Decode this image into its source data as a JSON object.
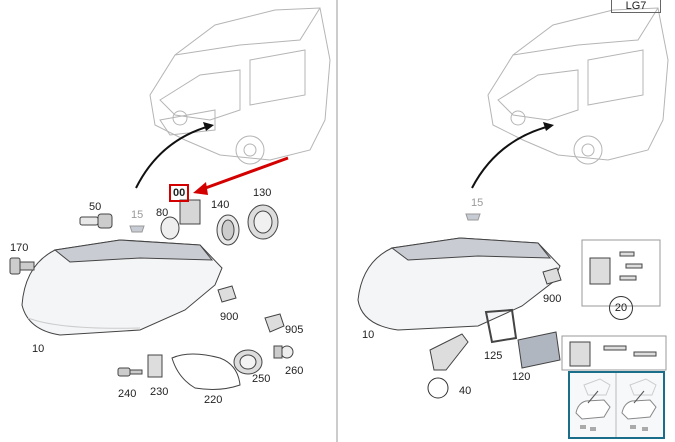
{
  "doc_tag": "LG7",
  "left_panel": {
    "highlight_label": "00",
    "labels": {
      "p50": "50",
      "p15": "15",
      "p80": "80",
      "p140": "140",
      "p130": "130",
      "p170": "170",
      "p10": "10",
      "p900": "900",
      "p905": "905",
      "p240": "240",
      "p230": "230",
      "p220": "220",
      "p250": "250",
      "p260": "260"
    }
  },
  "right_panel": {
    "labels": {
      "p15": "15",
      "p10": "10",
      "p900": "900",
      "p20": "20",
      "p125": "125",
      "p120": "120",
      "p40": "40"
    }
  },
  "colors": {
    "highlight": "#d40000",
    "thumbnail_border": "#1b6e8a"
  }
}
